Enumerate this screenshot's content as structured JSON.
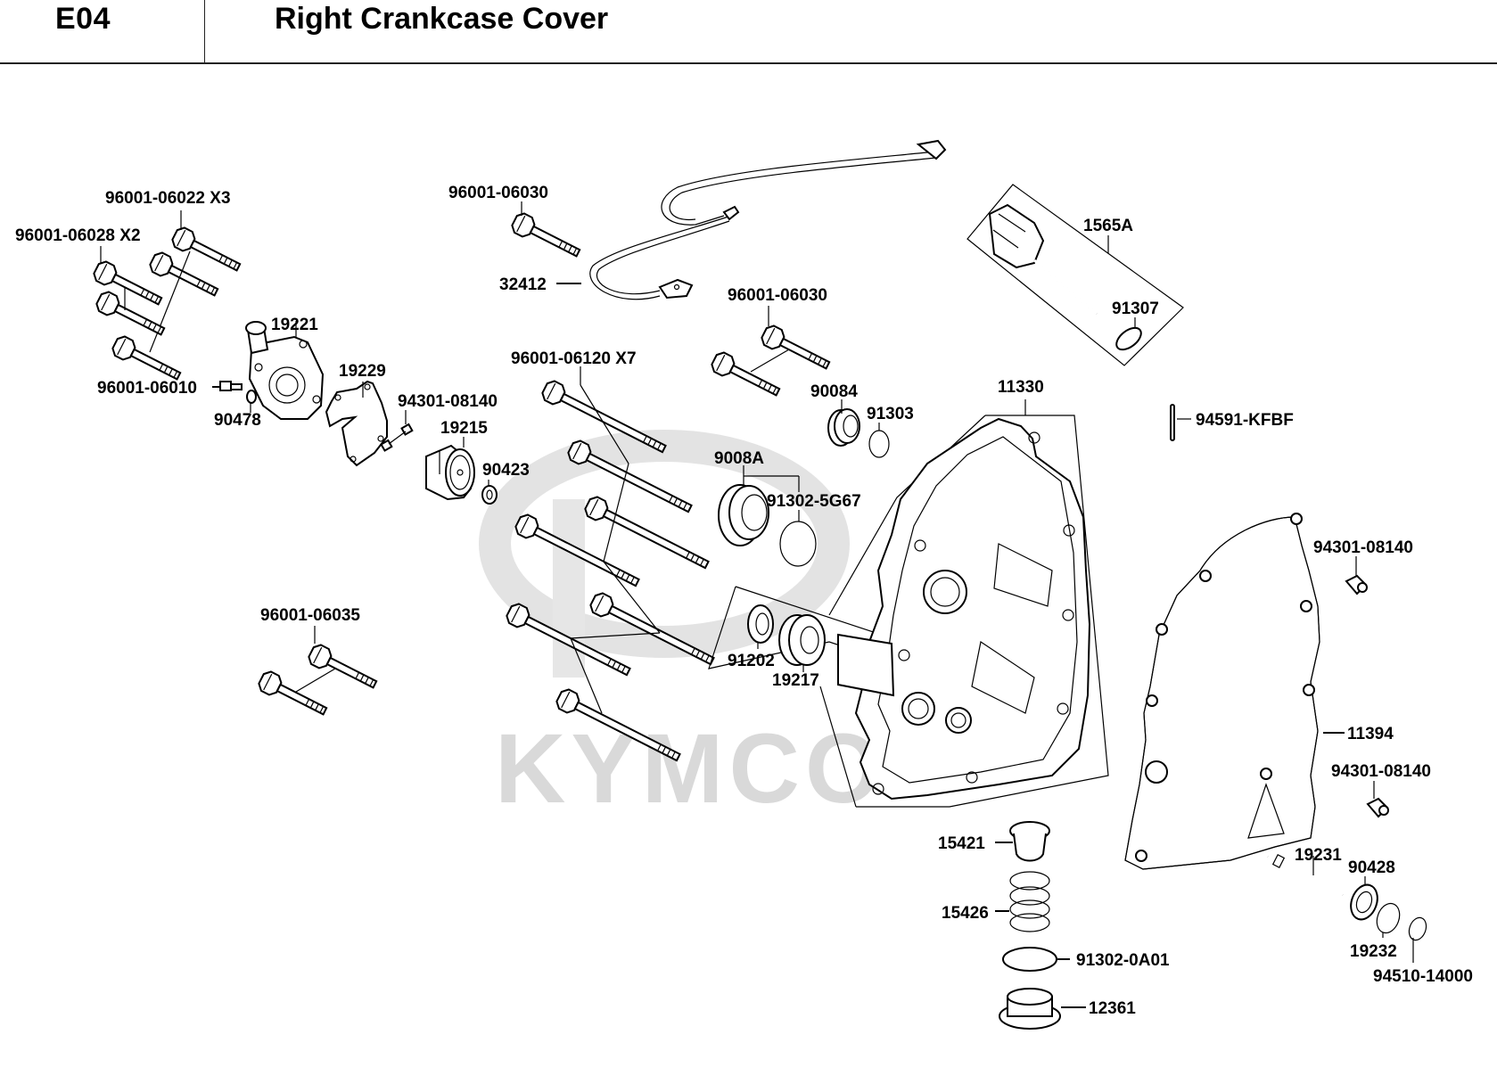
{
  "header": {
    "section_code": "E04",
    "title": "Right Crankcase Cover"
  },
  "watermark": {
    "brand": "KYMCO"
  },
  "parts": {
    "bolt_96001_06022": "96001-06022 X3",
    "bolt_96001_06028": "96001-06028 X2",
    "bolt_96001_06010": "96001-06010",
    "washer_90478": "90478",
    "water_pump_cover_19221": "19221",
    "gasket_19229": "19229",
    "dowel_94301_08140_a": "94301-08140",
    "impeller_19215": "19215",
    "washer_90423": "90423",
    "bolt_96001_06030_a": "96001-06030",
    "wire_32412": "32412",
    "bolt_96001_06030_b": "96001-06030",
    "bolt_96001_06120": "96001-06120 X7",
    "plug_90084": "90084",
    "oring_91303": "91303",
    "cap_9008A": "9008A",
    "oring_91302_5G67": "91302-5G67",
    "seal_91202": "91202",
    "bearing_19217": "19217",
    "bolt_96001_06035": "96001-06035",
    "cover_11330": "11330",
    "dipstick_1565A": "1565A",
    "oring_91307": "91307",
    "pin_94591_KFBF": "94591-KFBF",
    "dowel_94301_08140_b": "94301-08140",
    "gasket_11394": "11394",
    "dowel_94301_08140_c": "94301-08140",
    "strainer_15421": "15421",
    "spring_15426": "15426",
    "oring_91302_0A01": "91302-0A01",
    "plug_12361": "12361",
    "shaft_19231": "19231",
    "washer_90428": "90428",
    "washer_19232": "19232",
    "circlip_94510_14000": "94510-14000"
  }
}
